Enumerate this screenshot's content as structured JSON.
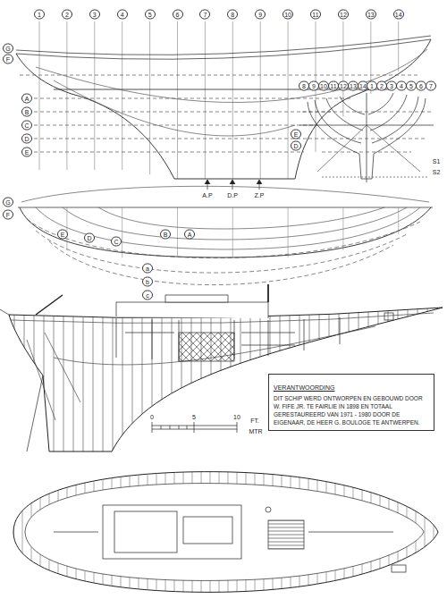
{
  "diagram": {
    "nodes": [
      {
        "text": [
          "VERANTWOORDING",
          "DIT SCHIP WERD ONTWORPEN EN GEBOUWD DOOR W. FIFE JR. TE FAIRLIE IN 1898 EN TOTAAL GERESTAUREERD VAN 1971 - 1980 DOOR DE EIGENAAR, DE HEER G. BOULOGE TE ANTWERPEN."
        ]
      }
    ],
    "labels": [
      "1",
      "2",
      "3",
      "4",
      "5",
      "6",
      "7",
      "8",
      "9",
      "10",
      "11",
      "12",
      "13",
      "14",
      "G",
      "F",
      "A",
      "B",
      "C",
      "D",
      "E",
      "A.P",
      "D.P",
      "Z.P",
      "8",
      "9",
      "10",
      "11",
      "12",
      "13",
      "14",
      "1",
      "2",
      "3",
      "4",
      "5",
      "6",
      "7",
      "E",
      "D",
      "S1",
      "S2",
      "G",
      "F",
      "E",
      "D",
      "C",
      "B",
      "A",
      "a",
      "b",
      "c",
      "0",
      "5",
      "10",
      "FT.",
      "MTR"
    ]
  }
}
